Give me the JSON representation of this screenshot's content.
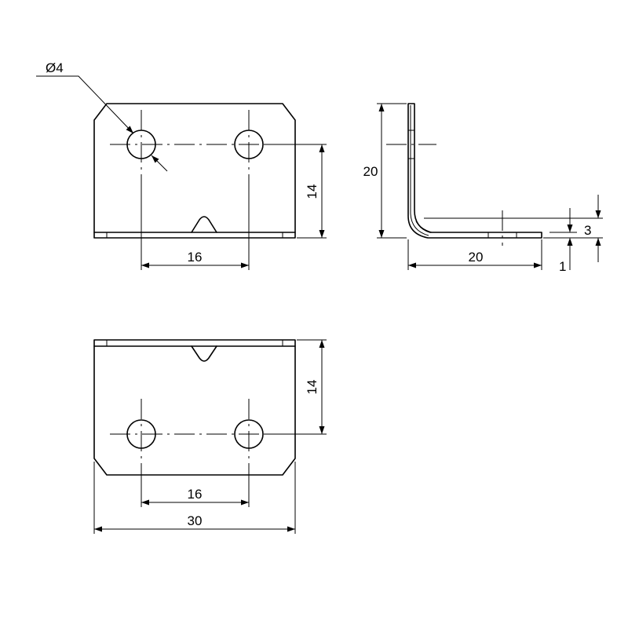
{
  "drawing": {
    "views": {
      "front": {
        "labels": {
          "hole_diameter": "Ø4",
          "height": "14",
          "hole_spacing": "16"
        }
      },
      "side": {
        "labels": {
          "height": "20",
          "length": "20",
          "flange_height": "3",
          "thickness": "1"
        }
      },
      "bottom": {
        "labels": {
          "height": "14",
          "hole_spacing": "16",
          "width": "30"
        }
      }
    }
  }
}
